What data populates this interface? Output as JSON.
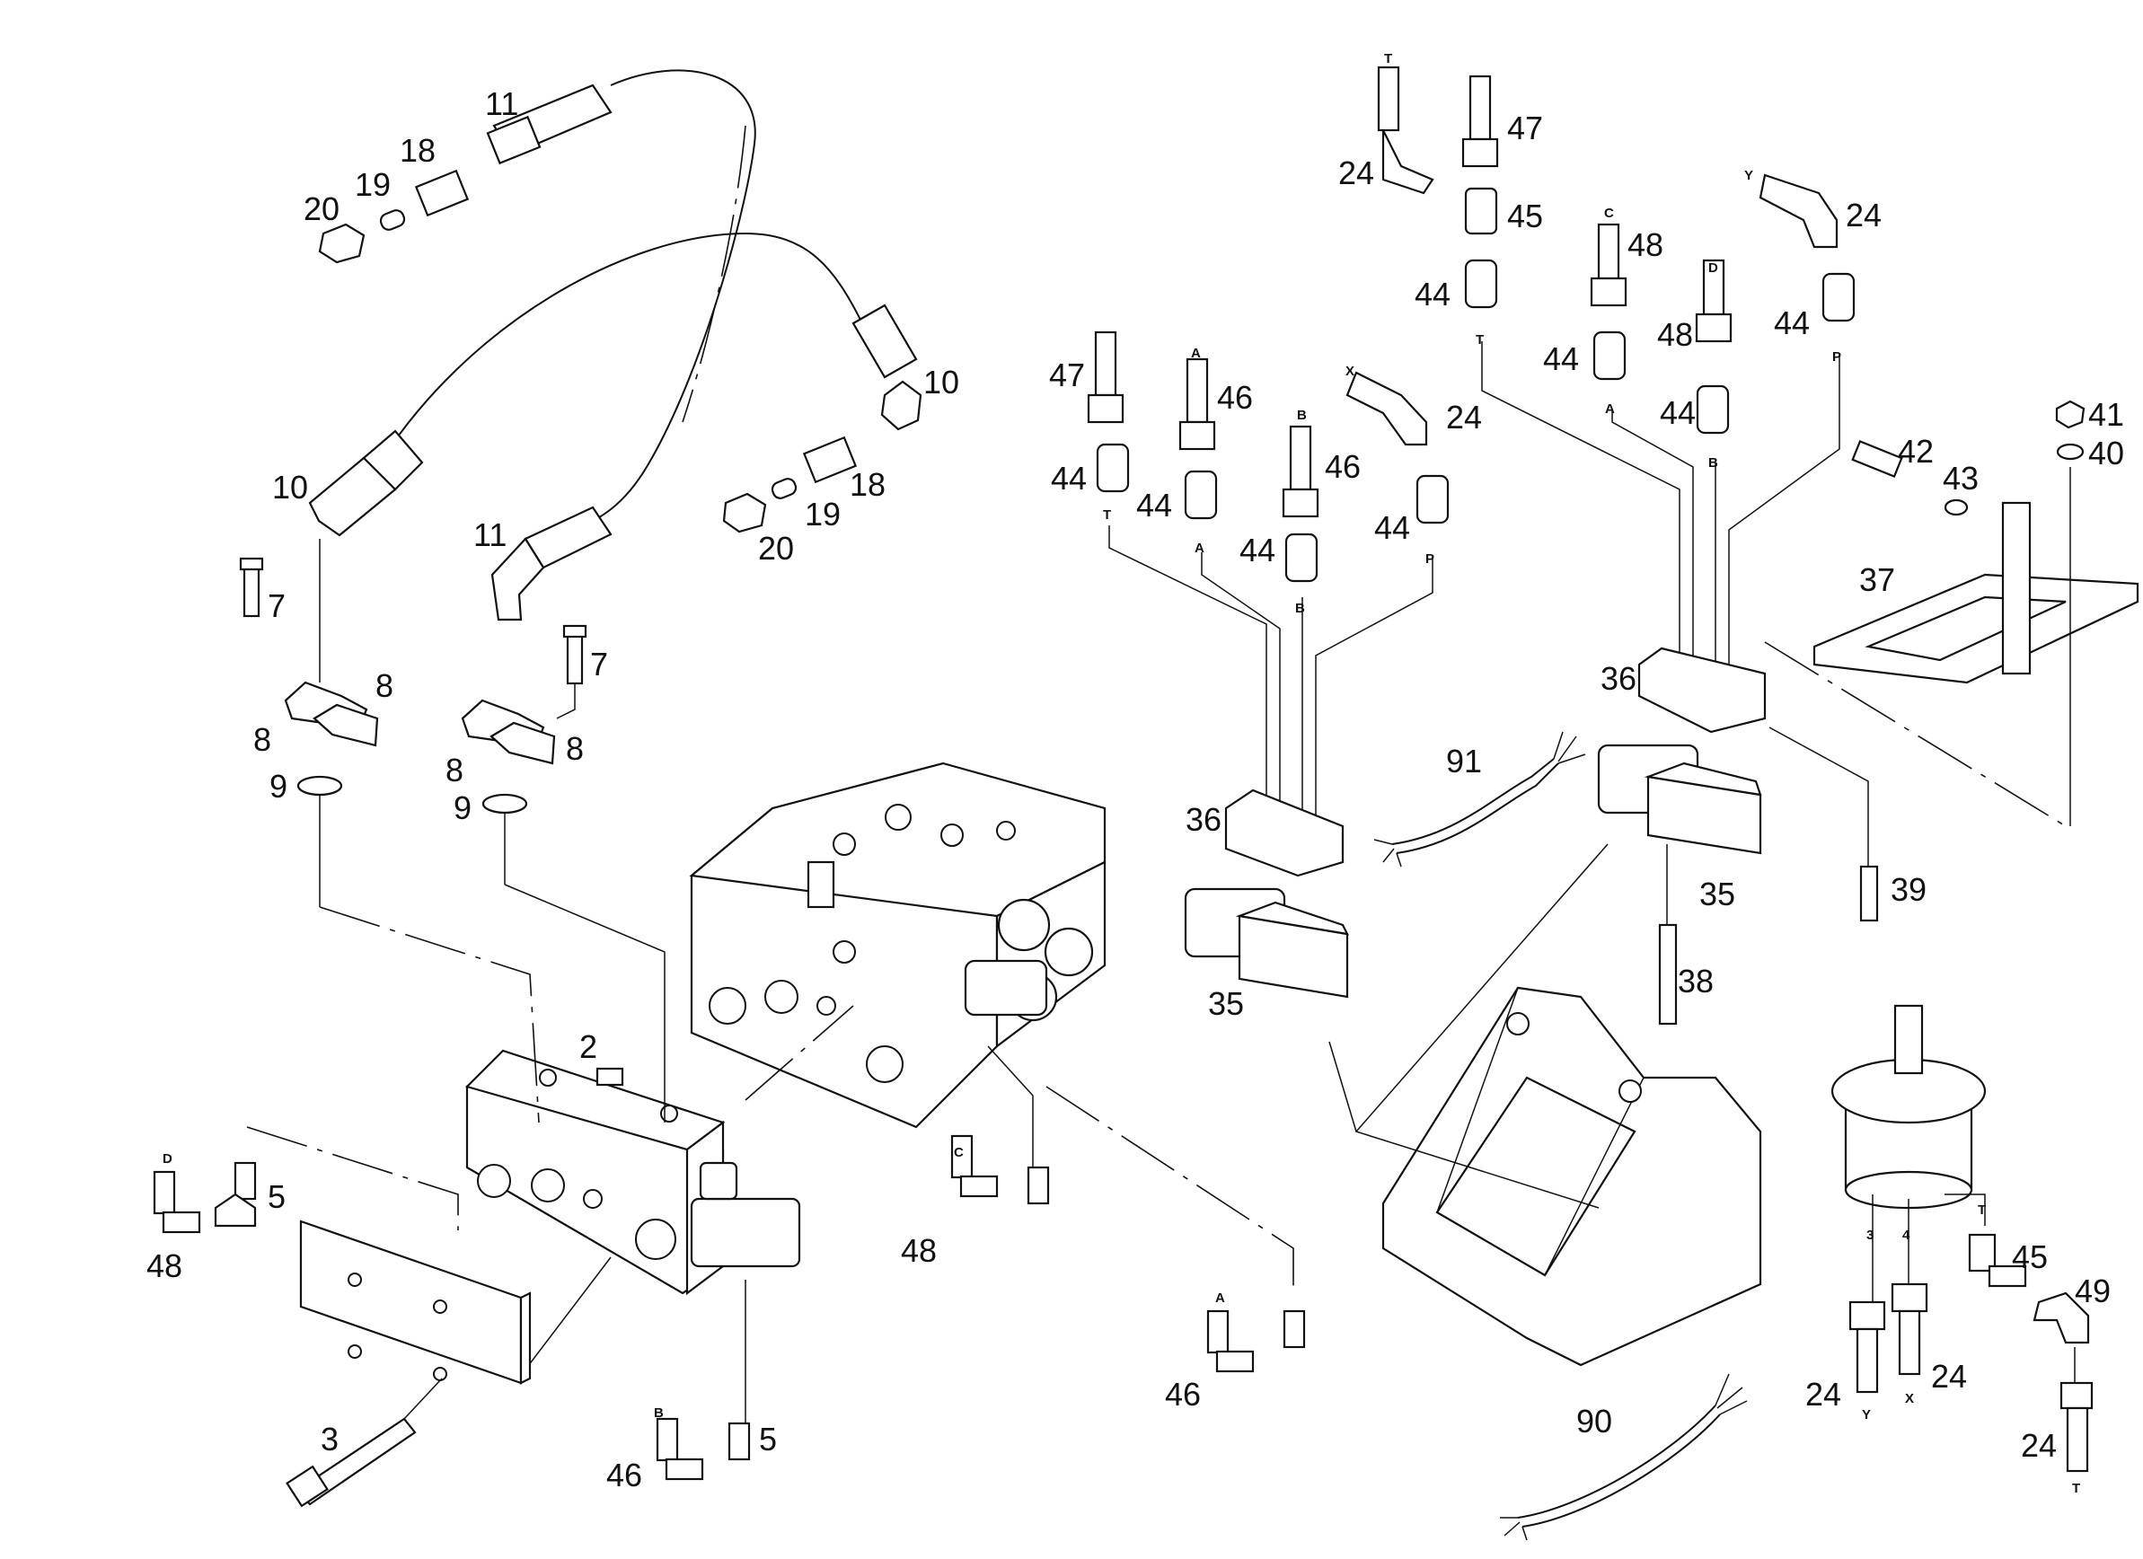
{
  "diagram": {
    "callouts": [
      {
        "id": "c11a",
        "text": "11"
      },
      {
        "id": "c18a",
        "text": "18"
      },
      {
        "id": "c19a",
        "text": "19"
      },
      {
        "id": "c20a",
        "text": "20"
      },
      {
        "id": "c10a",
        "text": "10"
      },
      {
        "id": "c10b",
        "text": "10"
      },
      {
        "id": "c11b",
        "text": "11"
      },
      {
        "id": "c18b",
        "text": "18"
      },
      {
        "id": "c19b",
        "text": "19"
      },
      {
        "id": "c20b",
        "text": "20"
      },
      {
        "id": "c7a",
        "text": "7"
      },
      {
        "id": "c7b",
        "text": "7"
      },
      {
        "id": "c8a",
        "text": "8"
      },
      {
        "id": "c8b",
        "text": "8"
      },
      {
        "id": "c8c",
        "text": "8"
      },
      {
        "id": "c8d",
        "text": "8"
      },
      {
        "id": "c9a",
        "text": "9"
      },
      {
        "id": "c9b",
        "text": "9"
      },
      {
        "id": "c2",
        "text": "2"
      },
      {
        "id": "c5a",
        "text": "5"
      },
      {
        "id": "c48a",
        "text": "48"
      },
      {
        "id": "c3",
        "text": "3"
      },
      {
        "id": "c46a",
        "text": "46"
      },
      {
        "id": "c5b",
        "text": "5"
      },
      {
        "id": "c48b",
        "text": "48"
      },
      {
        "id": "c46b",
        "text": "46"
      },
      {
        "id": "c47a",
        "text": "47"
      },
      {
        "id": "c46c",
        "text": "46"
      },
      {
        "id": "c44a",
        "text": "44"
      },
      {
        "id": "c44b",
        "text": "44"
      },
      {
        "id": "c46d",
        "text": "46"
      },
      {
        "id": "c44c",
        "text": "44"
      },
      {
        "id": "c24a",
        "text": "24"
      },
      {
        "id": "c44d",
        "text": "44"
      },
      {
        "id": "c36a",
        "text": "36"
      },
      {
        "id": "c35a",
        "text": "35"
      },
      {
        "id": "c24b",
        "text": "24"
      },
      {
        "id": "c47b",
        "text": "47"
      },
      {
        "id": "c45a",
        "text": "45"
      },
      {
        "id": "c44e",
        "text": "44"
      },
      {
        "id": "c48c",
        "text": "48"
      },
      {
        "id": "c44f",
        "text": "44"
      },
      {
        "id": "c48d",
        "text": "48"
      },
      {
        "id": "c44g",
        "text": "44"
      },
      {
        "id": "c24c",
        "text": "24"
      },
      {
        "id": "c44h",
        "text": "44"
      },
      {
        "id": "c41",
        "text": "41"
      },
      {
        "id": "c40",
        "text": "40"
      },
      {
        "id": "c42",
        "text": "42"
      },
      {
        "id": "c43",
        "text": "43"
      },
      {
        "id": "c37",
        "text": "37"
      },
      {
        "id": "c36b",
        "text": "36"
      },
      {
        "id": "c91",
        "text": "91"
      },
      {
        "id": "c35b",
        "text": "35"
      },
      {
        "id": "c39",
        "text": "39"
      },
      {
        "id": "c38",
        "text": "38"
      },
      {
        "id": "c90",
        "text": "90"
      },
      {
        "id": "c45b",
        "text": "45"
      },
      {
        "id": "c49",
        "text": "49"
      },
      {
        "id": "c24d",
        "text": "24"
      },
      {
        "id": "c24e",
        "text": "24"
      },
      {
        "id": "c24f",
        "text": "24"
      }
    ],
    "port_labels": [
      {
        "id": "pD1",
        "text": "D"
      },
      {
        "id": "pC1",
        "text": "C"
      },
      {
        "id": "pB1",
        "text": "B"
      },
      {
        "id": "pA1",
        "text": "A"
      },
      {
        "id": "pT1",
        "text": "T"
      },
      {
        "id": "pA2",
        "text": "A"
      },
      {
        "id": "pB2",
        "text": "B"
      },
      {
        "id": "pX1",
        "text": "X"
      },
      {
        "id": "pP1",
        "text": "P"
      },
      {
        "id": "pA3",
        "text": "A"
      },
      {
        "id": "pB3",
        "text": "B"
      },
      {
        "id": "pT2",
        "text": "T"
      },
      {
        "id": "pT3",
        "text": "T"
      },
      {
        "id": "pC2",
        "text": "C"
      },
      {
        "id": "pA4",
        "text": "A"
      },
      {
        "id": "pD2",
        "text": "D"
      },
      {
        "id": "pB4",
        "text": "B"
      },
      {
        "id": "pY1",
        "text": "Y"
      },
      {
        "id": "pP2",
        "text": "P"
      },
      {
        "id": "p3",
        "text": "3"
      },
      {
        "id": "p4",
        "text": "4"
      },
      {
        "id": "pT4",
        "text": "T"
      },
      {
        "id": "pY2",
        "text": "Y"
      },
      {
        "id": "pX2",
        "text": "X"
      },
      {
        "id": "pT5",
        "text": "T"
      }
    ]
  }
}
